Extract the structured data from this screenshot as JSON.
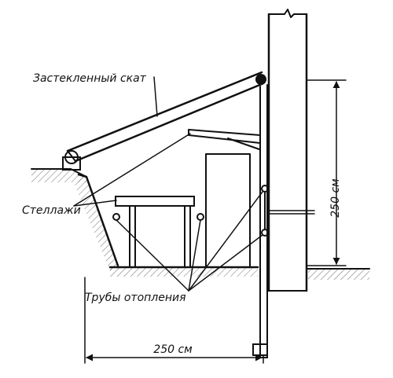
{
  "labels": {
    "glazed_slope": "Застекленный скат",
    "racks": "Стеллажи",
    "heating_pipes": "Трубы отопления",
    "height_dim": "250 см",
    "width_dim": "250 см"
  },
  "colors": {
    "ink": "#111111",
    "paper": "#ffffff"
  }
}
